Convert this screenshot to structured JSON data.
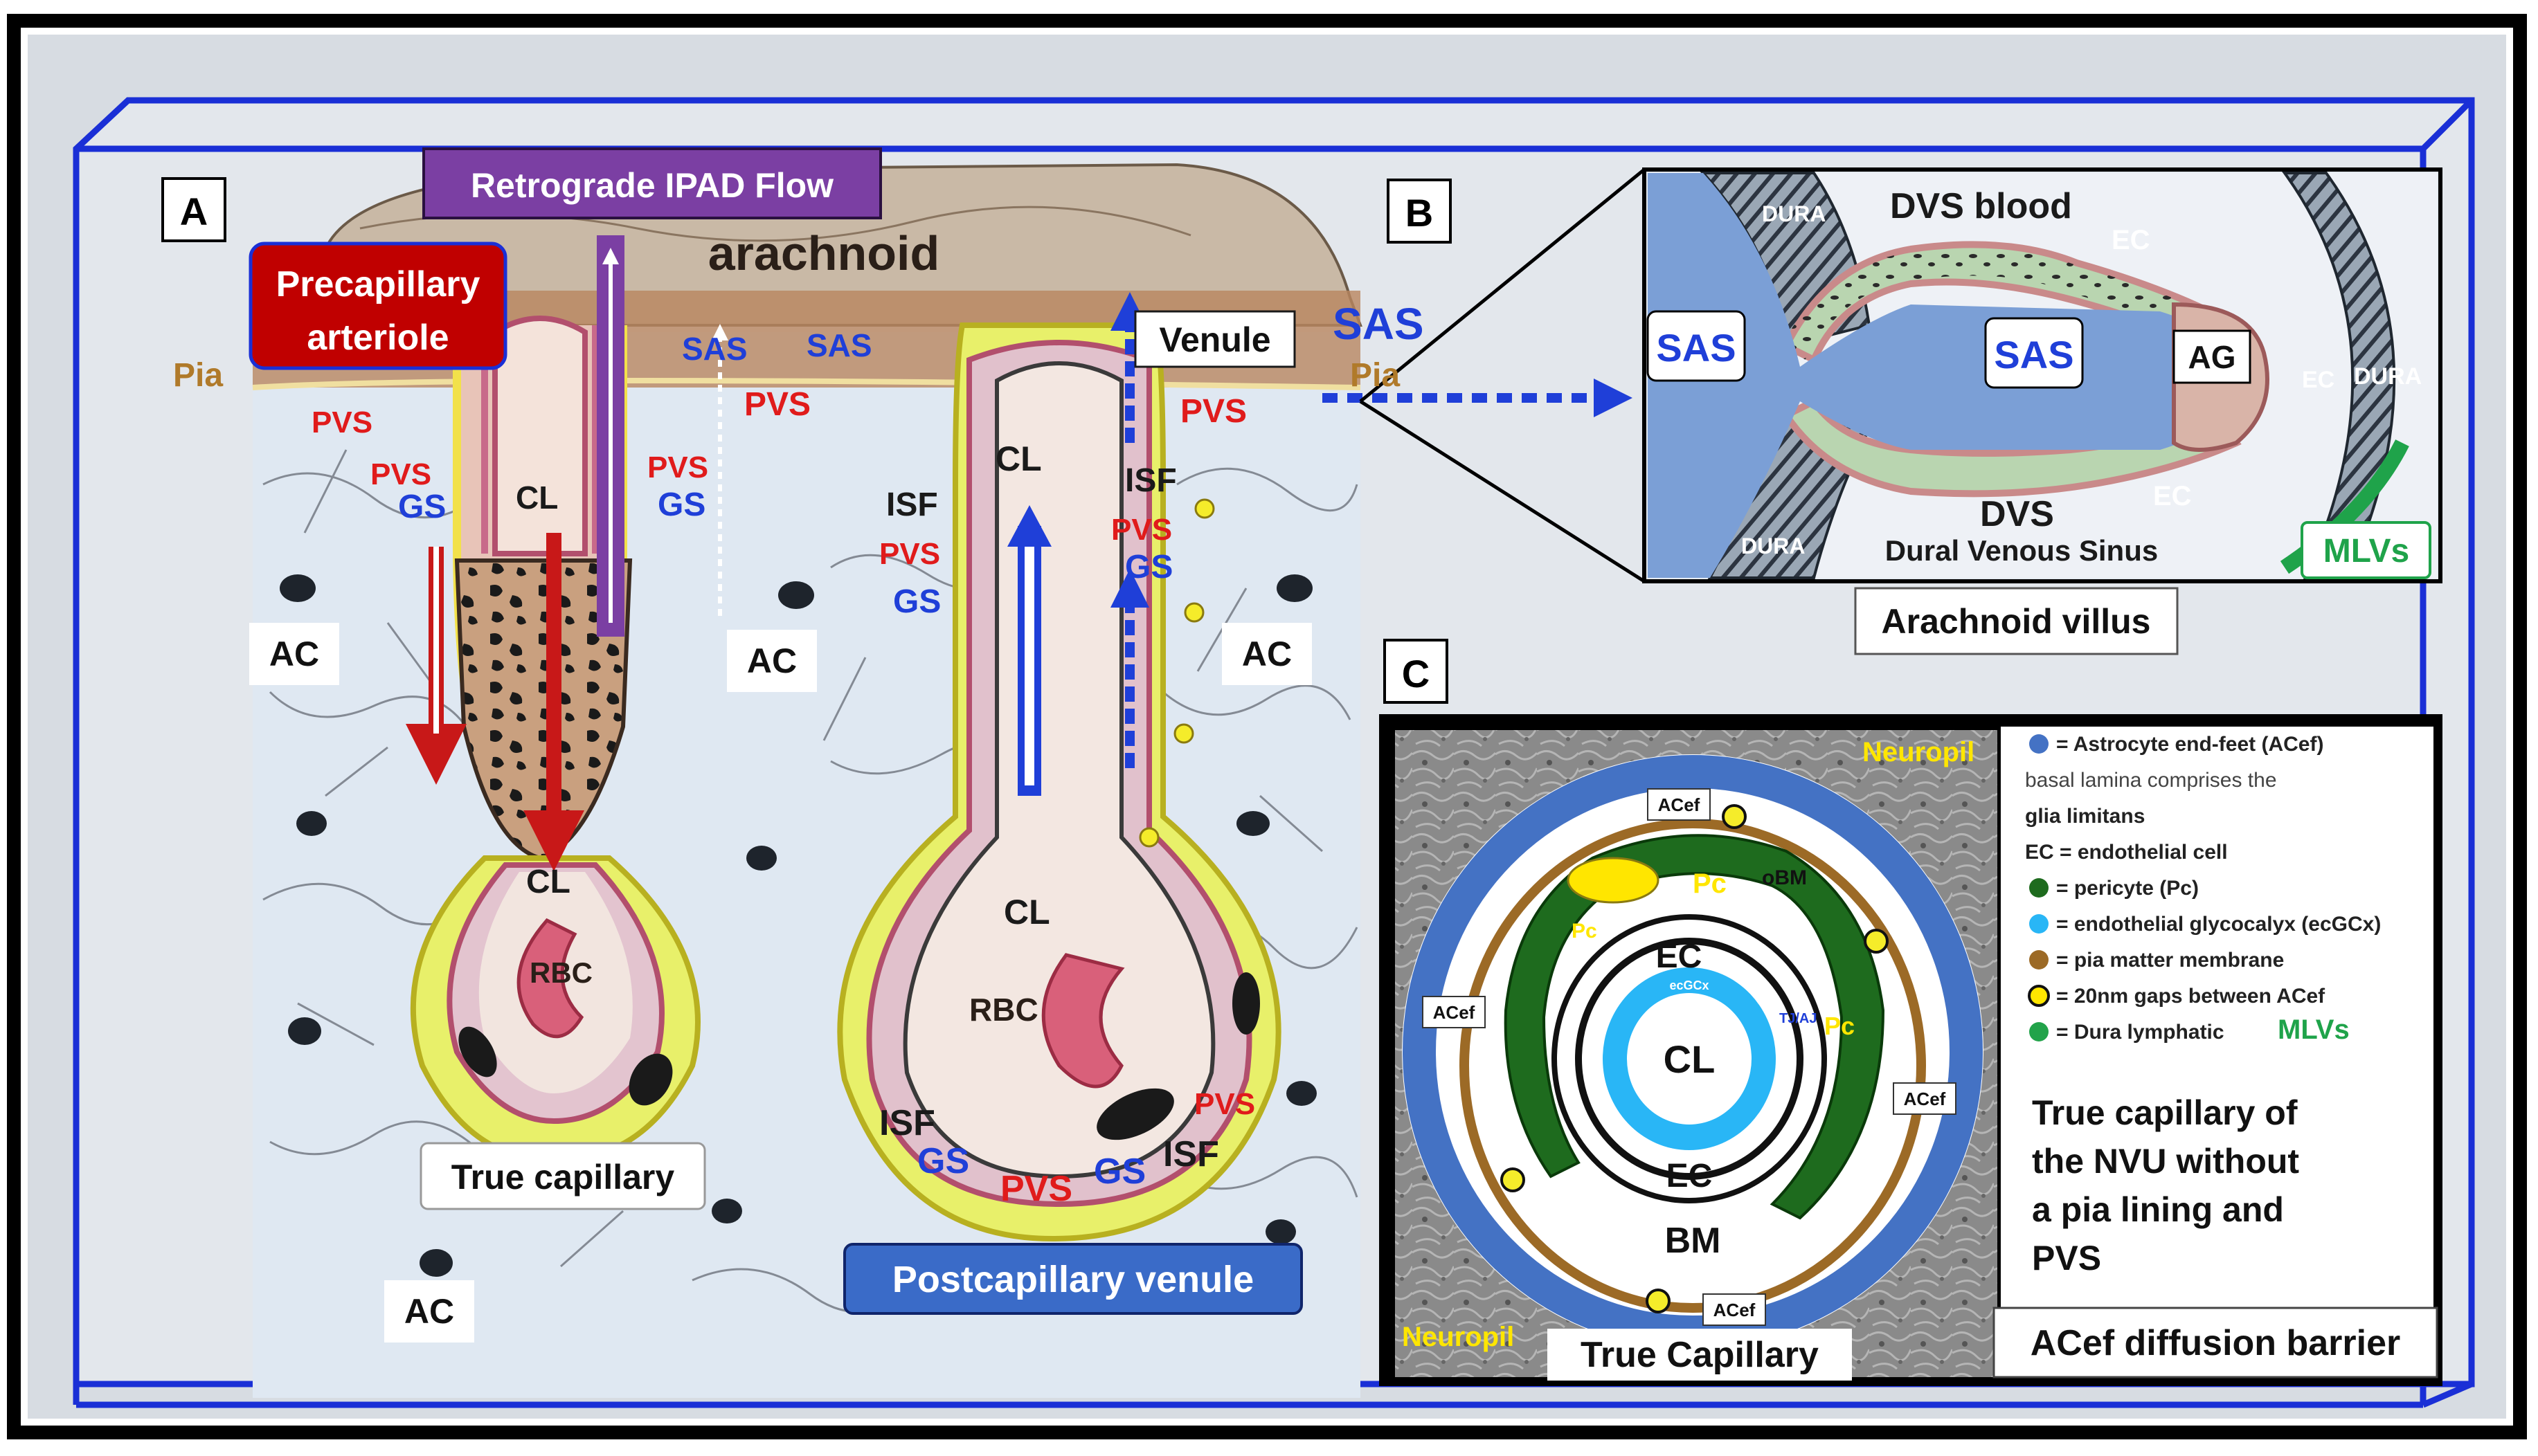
{
  "panels": {
    "a": "A",
    "b": "B",
    "c": "C"
  },
  "panel_a": {
    "arachnoid": "arachnoid",
    "retrograde_flow": "Retrograde IPAD Flow",
    "precapillary_line1": "Precapillary",
    "precapillary_line2": "arteriole",
    "venule": "Venule",
    "pia": "Pia",
    "sas": "SAS",
    "pvs": "PVS",
    "gs": "GS",
    "cl": "CL",
    "isf": "ISF",
    "ac": "AC",
    "rbc": "RBC",
    "true_capillary": "True capillary",
    "postcapillary_venule": "Postcapillary venule",
    "sas_large": "SAS"
  },
  "panel_b": {
    "dura": "DURA",
    "dvs_blood": "DVS blood",
    "ec": "EC",
    "sas": "SAS",
    "ag": "AG",
    "dvs": "DVS",
    "dural_venous_sinus": "Dural Venous Sinus",
    "mlvs": "MLVs",
    "arachnoid_villus": "Arachnoid villus"
  },
  "panel_c": {
    "neuropil": "Neuropil",
    "acef": "ACef",
    "pc": "Pc",
    "obm": "oBM",
    "ec": "EC",
    "ecgcx": "ecGCx",
    "tjaj": "TJ/AJ",
    "cl": "CL",
    "bm": "BM",
    "true_capillary": "True Capillary",
    "legend": [
      {
        "marker": "#4472c4",
        "text": "= Astrocyte end-feet (ACef)"
      },
      {
        "marker": "",
        "text": "basal lamina comprises the"
      },
      {
        "marker": "",
        "text": "glia limitans"
      },
      {
        "marker": "",
        "text": "EC  = endothelial cell"
      },
      {
        "marker": "#1e6b1e",
        "text": "=  pericyte (Pc)"
      },
      {
        "marker": "#29b6f6",
        "text": "= endothelial glycocalyx (ecGCx)"
      },
      {
        "marker": "#9c6a26",
        "text": "= pia matter membrane"
      },
      {
        "marker": "#ffe600",
        "text": "= 20nm gaps between ACef"
      },
      {
        "marker": "#22a34a",
        "text": "= Dura lymphatic"
      }
    ],
    "legend_mlvs": "MLVs",
    "caption_lines": [
      "True capillary of",
      "the NVU without",
      "a pia lining and",
      "PVS"
    ],
    "acef_barrier": "ACef diffusion barrier"
  },
  "colors": {
    "frame_blue": "#1a2fd6",
    "red_label": "#e01b1b",
    "blue_label": "#1f3fd8",
    "pia_label": "#b07a2a",
    "retro_purple": "#7b3fa3",
    "precap_red": "#c00000",
    "postcap_blue": "#3a6bc8",
    "mlv_green": "#1fa34a"
  }
}
